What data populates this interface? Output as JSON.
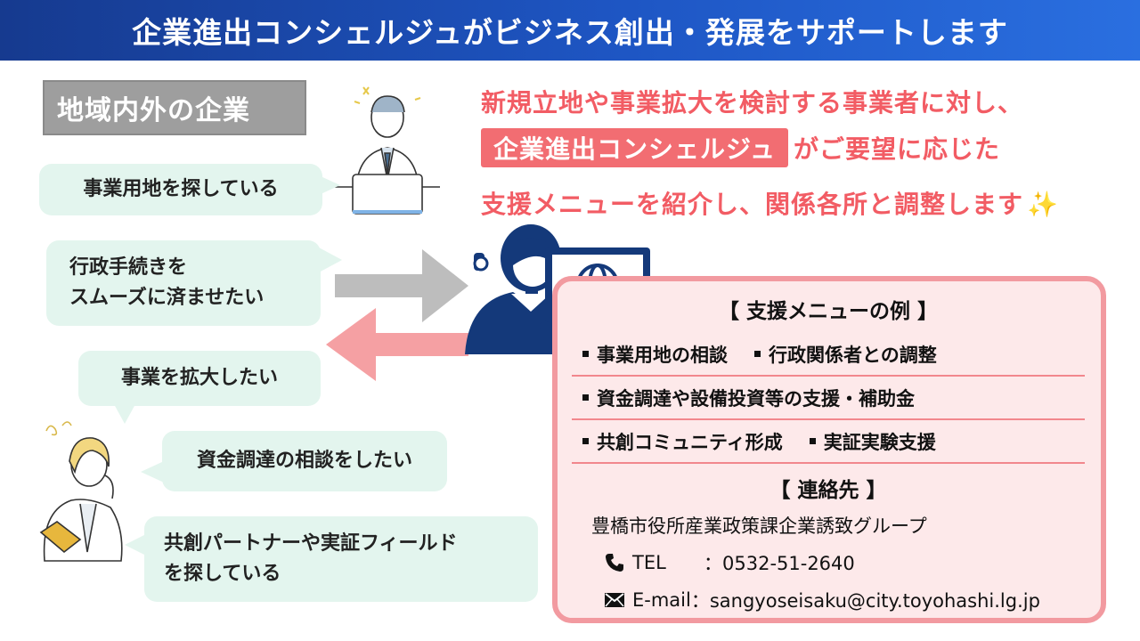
{
  "header": {
    "title": "企業進出コンシェルジュがビジネス創出・発展をサポートします"
  },
  "left": {
    "tag": "地域内外の企業",
    "bubbles": [
      {
        "lines": [
          "事業用地を探している"
        ]
      },
      {
        "lines": [
          "行政手続きを",
          "スムーズに済ませたい"
        ]
      },
      {
        "lines": [
          "事業を拡大したい"
        ]
      },
      {
        "lines": [
          "資金調達の相談をしたい"
        ]
      },
      {
        "lines": [
          "共創パートナーや実証フィールド",
          "を探している"
        ]
      }
    ]
  },
  "intro": {
    "line1": "新規立地や事業拡大を検討する事業者に対し、",
    "highlight": "企業進出コンシェルジュ",
    "line2_rest": "がご要望に応じた",
    "line3": "支援メニューを紹介し、関係各所と調整します",
    "sparkle": "✨"
  },
  "panel": {
    "menu_title": "【 支援メニューの例 】",
    "menu_rows": [
      [
        "事業用地の相談",
        "行政関係者との調整"
      ],
      [
        "資金調達や設備投資等の支援・補助金"
      ],
      [
        "共創コミュニティ形成",
        "実証実験支援"
      ]
    ],
    "contact_title": "【 連絡先 】",
    "org": "豊橋市役所産業政策課企業誘致グループ",
    "tel_label": "TEL",
    "tel_value": "：0532-51-2640",
    "email_label": "E-mail",
    "email_value": "：sangyoseisaku@city.toyohashi.lg.jp"
  },
  "colors": {
    "banner": "#1e56c4",
    "accent_red": "#f25c64",
    "bubble_bg": "#e3f5ee",
    "panel_border": "#f29aa0",
    "panel_bg": "#fde9ea",
    "operator_navy": "#14397a"
  }
}
